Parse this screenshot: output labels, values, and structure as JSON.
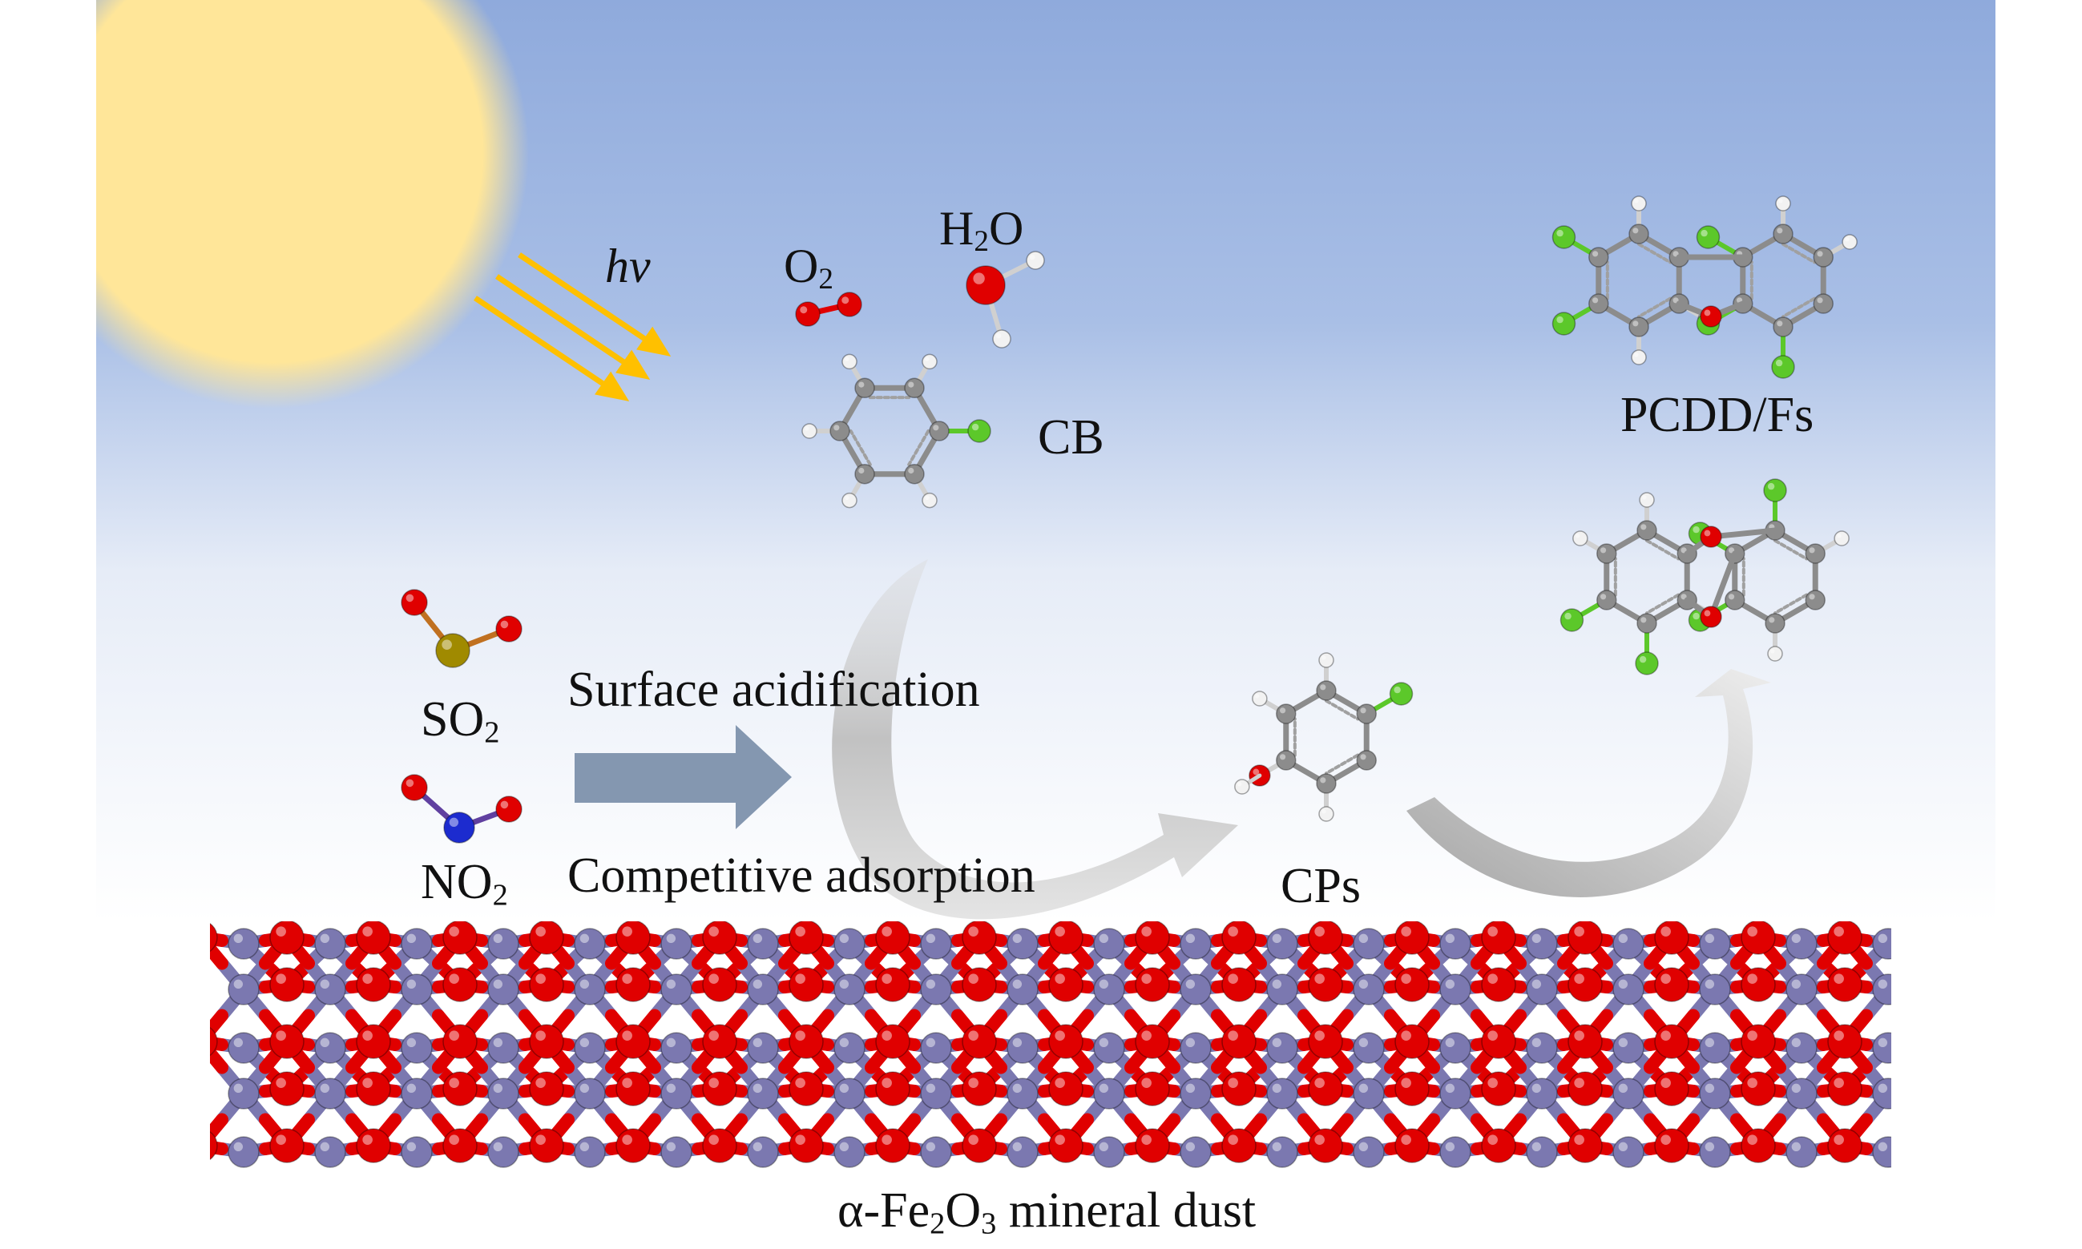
{
  "labels": {
    "hv": "hv",
    "o2": {
      "base": "O",
      "sub": "2"
    },
    "h2o": {
      "pre": "H",
      "sub": "2",
      "post": "O"
    },
    "cb": "CB",
    "pcdd": "PCDD/Fs",
    "so2": {
      "base": "SO",
      "sub": "2"
    },
    "no2": {
      "base": "NO",
      "sub": "2"
    },
    "surface": "Surface acidification",
    "competitive": "Competitive adsorption",
    "cps": "CPs",
    "mineral": {
      "pre": "α-Fe",
      "sub1": "2",
      "mid": "O",
      "sub2": "3",
      "post": " mineral dust"
    }
  },
  "colors": {
    "sky_top": "#8faadc",
    "sky_bottom": "#ffffff",
    "sun": "#ffe699",
    "light_rays": "#ffc000",
    "block_arrow": "#8497b0",
    "curved_arrow": "#bfbfbf",
    "oxygen": "#e00000",
    "iron": "#7b78b0",
    "carbon": "#8c8c8c",
    "hydrogen": "#f2f2f2",
    "chlorine": "#5cc82a",
    "sulfur": "#a08a00",
    "nitrogen": "#1c2bcf"
  },
  "icons": {
    "sun": "sun-icon",
    "rays": "light-rays-icon",
    "o2": "o2-molecule-icon",
    "h2o": "water-molecule-icon",
    "cb": "chlorobenzene-molecule-icon",
    "so2": "so2-molecule-icon",
    "no2": "no2-molecule-icon",
    "cp": "chlorophenol-molecule-icon",
    "pcdf": "dibenzofuran-molecule-icon",
    "pcdd": "dibenzodioxin-molecule-icon",
    "lattice": "fe2o3-lattice-icon"
  }
}
